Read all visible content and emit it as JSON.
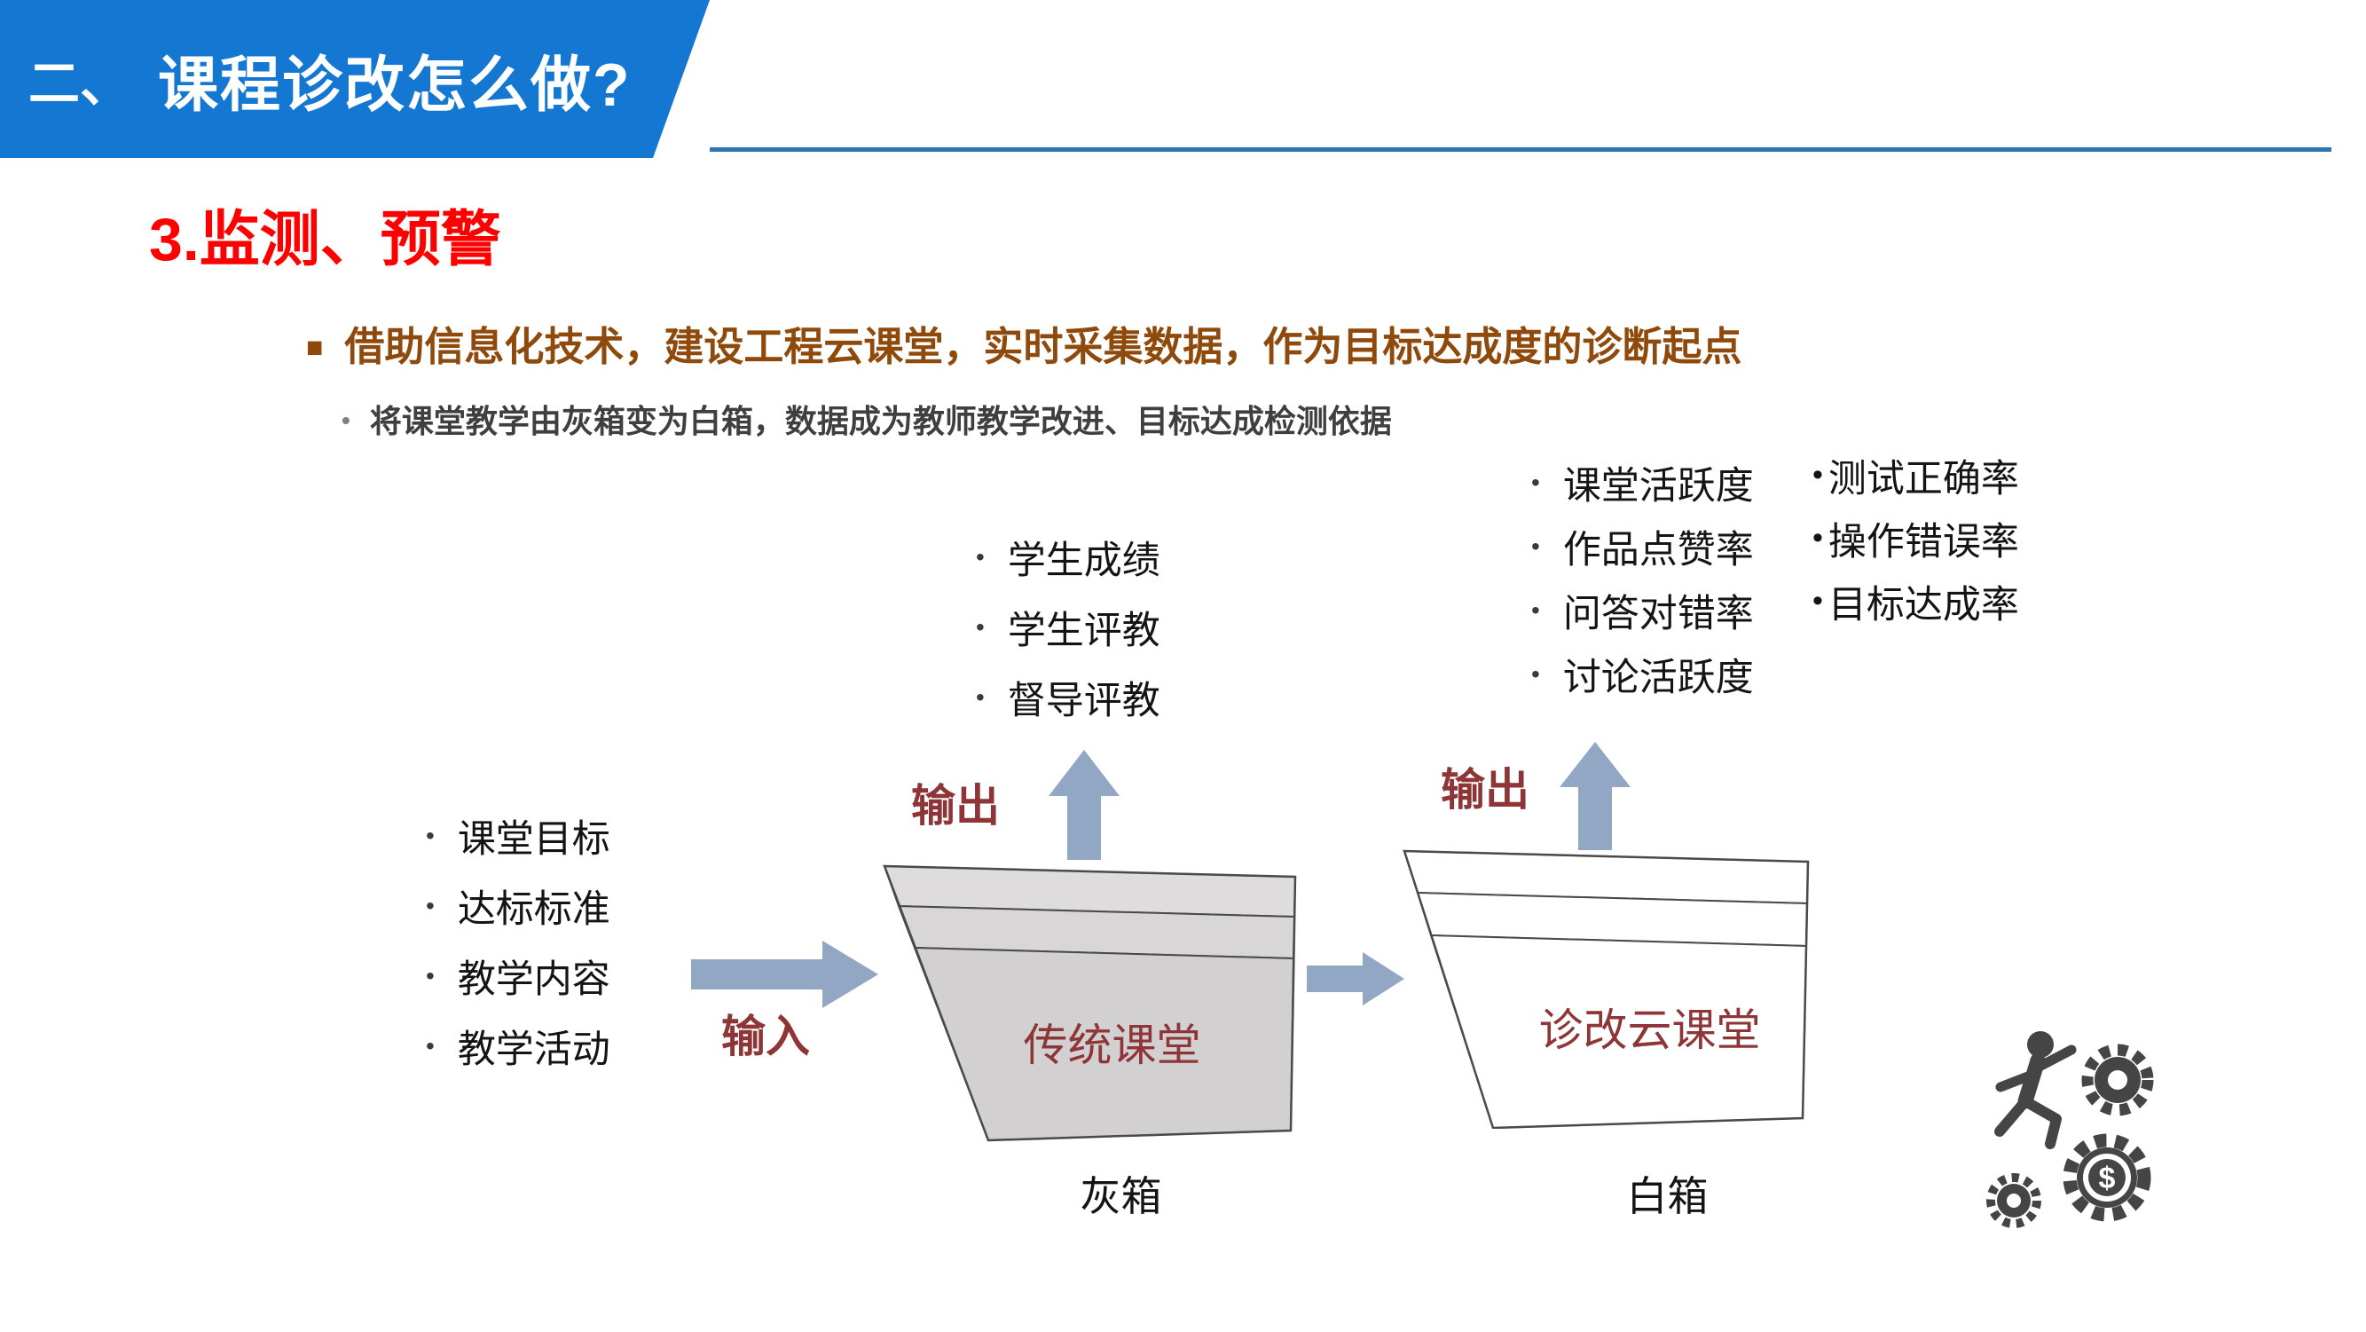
{
  "banner": {
    "prefix": "二、",
    "title": "课程诊改怎么做?"
  },
  "heading": "3.监测、预警",
  "bullets": {
    "main": "借助信息化技术，建设工程云课堂，实时采集数据，作为目标达成度的诊断起点",
    "sub": "将课堂教学由灰箱变为白箱，数据成为教师教学改进、目标达成检测依据"
  },
  "diagram": {
    "left_list": [
      "课堂目标",
      "达标标准",
      "教学内容",
      "教学活动"
    ],
    "input_label": "输入",
    "gray_box": {
      "label": "传统课堂",
      "caption": "灰箱"
    },
    "output_left": "输出",
    "top_list": [
      "学生成绩",
      "学生评教",
      "督导评教"
    ],
    "white_box": {
      "label": "诊改云课堂",
      "caption": "白箱"
    },
    "output_right": "输出",
    "right_col1": [
      "课堂活跃度",
      "作品点赞率",
      "问答对错率",
      "讨论活跃度"
    ],
    "right_col2": [
      "测试正确率",
      "操作错误率",
      "目标达成率"
    ]
  },
  "glyphs": {
    "square": "■",
    "bullet": "•",
    "dollar": "$"
  },
  "colors": {
    "banner_blue": "#1478D2",
    "rule_blue": "#2E74B5",
    "heading_red": "#FF0000",
    "brown": "#8F4A0B",
    "dark_red": "#8E3538",
    "arrow_blue_gray": "#92A7C4",
    "gray_box_fill": "#D5D3D3",
    "white_box_fill": "#FFFFFF",
    "icon_gray": "#454545"
  }
}
